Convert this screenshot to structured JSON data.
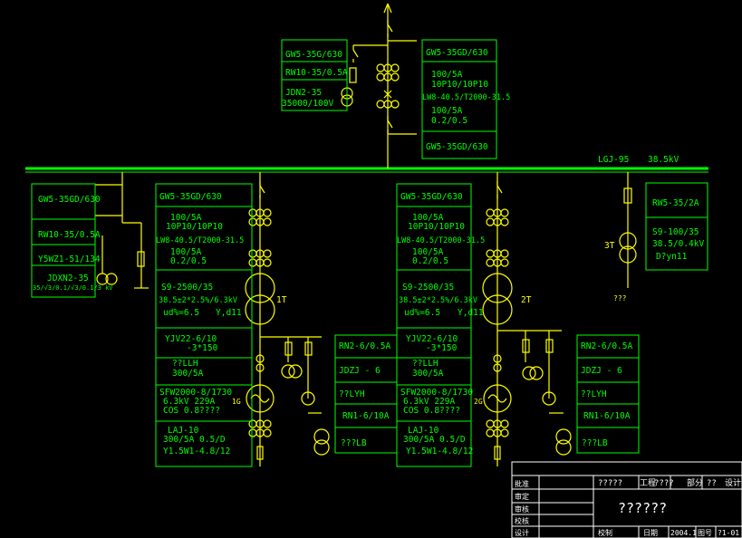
{
  "colors": {
    "background": "#000000",
    "frame": "#00ff00",
    "symbol": "#ffff00",
    "title_text": "#ffffff"
  },
  "top_panel": {
    "left": [
      "GW5-35G/630",
      "RW10-35/0.5A",
      "JDN2-35",
      "35000/100V"
    ],
    "right": [
      "GW5-35GD/630",
      "100/5A",
      "10P10/10P10",
      "LW8-40.5/T2000-31.5",
      "100/5A",
      "0.2/0.5",
      "GW5-35GD/630"
    ]
  },
  "bus": {
    "left_label": "LGJ-95",
    "right_label": "38.5kV"
  },
  "left_pt": [
    "GW5-35GD/630",
    "RW10-35/0.5A",
    "Y5WZ1-51/134",
    "JDXN2-35",
    "35/√3/0.1/√3/0.1/3 kV"
  ],
  "unit1": {
    "specs": [
      "GW5-35GD/630",
      "100/5A",
      "10P10/10P10",
      "LW8-40.5/T2000-31.5",
      "100/5A",
      "0.2/0.5",
      "S9-2500/35",
      "38.5±2*2.5%/6.3kV",
      "ud%=6.5",
      "Y,d11",
      "YJV22-6/10",
      "-3*150",
      "??LLH",
      "300/5A",
      "SFW2000-8/1730",
      "6.3kV 229A",
      "COS 0.8????",
      "LAJ-10",
      "300/5A 0.5/D",
      "Y1.5W1-4.8/12"
    ],
    "aux": [
      "RN2-6/0.5A",
      "JDZJ - 6",
      "??LYH",
      "RN1-6/10A",
      "???LB"
    ],
    "transformer_tag": "1T",
    "generator_tag": "1G"
  },
  "unit2": {
    "specs": [
      "GW5-35GD/630",
      "100/5A",
      "10P10/10P10",
      "LW8-40.5/T2000-31.5",
      "100/5A",
      "0.2/0.5",
      "S9-2500/35",
      "38.5±2*2.5%/6.3kV",
      "ud%=6.5",
      "Y,d11",
      "YJV22-6/10",
      "-3*150",
      "??LLH",
      "300/5A",
      "SFW2000-8/1730",
      "6.3kV 229A",
      "COS 0.8????",
      "LAJ-10",
      "300/5A 0.5/D",
      "Y1.5W1-4.8/12"
    ],
    "aux": [
      "RN2-6/0.5A",
      "JDZJ - 6",
      "??LYH",
      "RN1-6/10A",
      "???LB"
    ],
    "transformer_tag": "2T",
    "generator_tag": "2G"
  },
  "station_transformer": {
    "specs": [
      "RW5-35/2A",
      "S9-100/35",
      "38.5/0.4kV",
      "D?yn11"
    ],
    "tag": "3T",
    "bottom_label": "???"
  },
  "title_block": {
    "header_left": "?????",
    "header_mid1": "工程",
    "header_mid2": "????",
    "header_mid3": "部分",
    "header_mid4": "??",
    "header_right": "设计",
    "title": "??????",
    "rows": [
      "批准",
      "审定",
      "审核",
      "校核",
      "设计"
    ],
    "footer": [
      "校制",
      "日期",
      "2004.1",
      "图号",
      "?1-01"
    ]
  }
}
